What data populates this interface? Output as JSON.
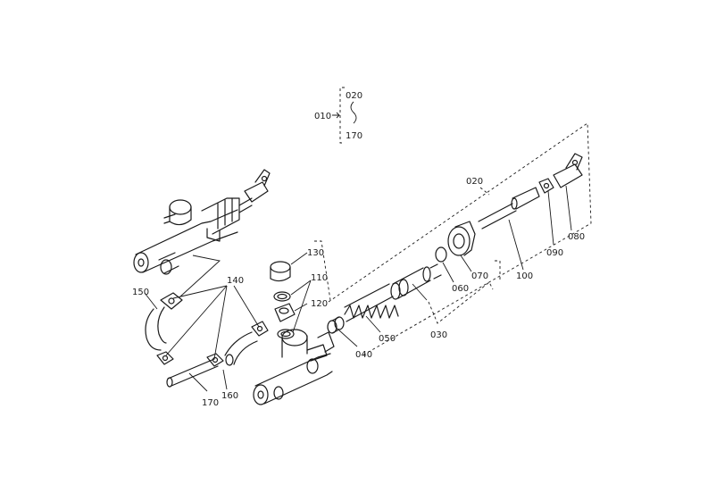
{
  "assembly": {
    "parent_label": "010",
    "range_start": "020",
    "range_end": "170"
  },
  "callouts": {
    "c020": "020",
    "c030": "030",
    "c040": "040",
    "c050": "050",
    "c060": "060",
    "c070": "070",
    "c080": "080",
    "c090": "090",
    "c100": "100",
    "c110": "110",
    "c120": "120",
    "c130": "130",
    "c140": "140",
    "c150": "150",
    "c160": "160",
    "c170": "170"
  },
  "colors": {
    "line": "#1a1a1a",
    "background": "#ffffff"
  }
}
